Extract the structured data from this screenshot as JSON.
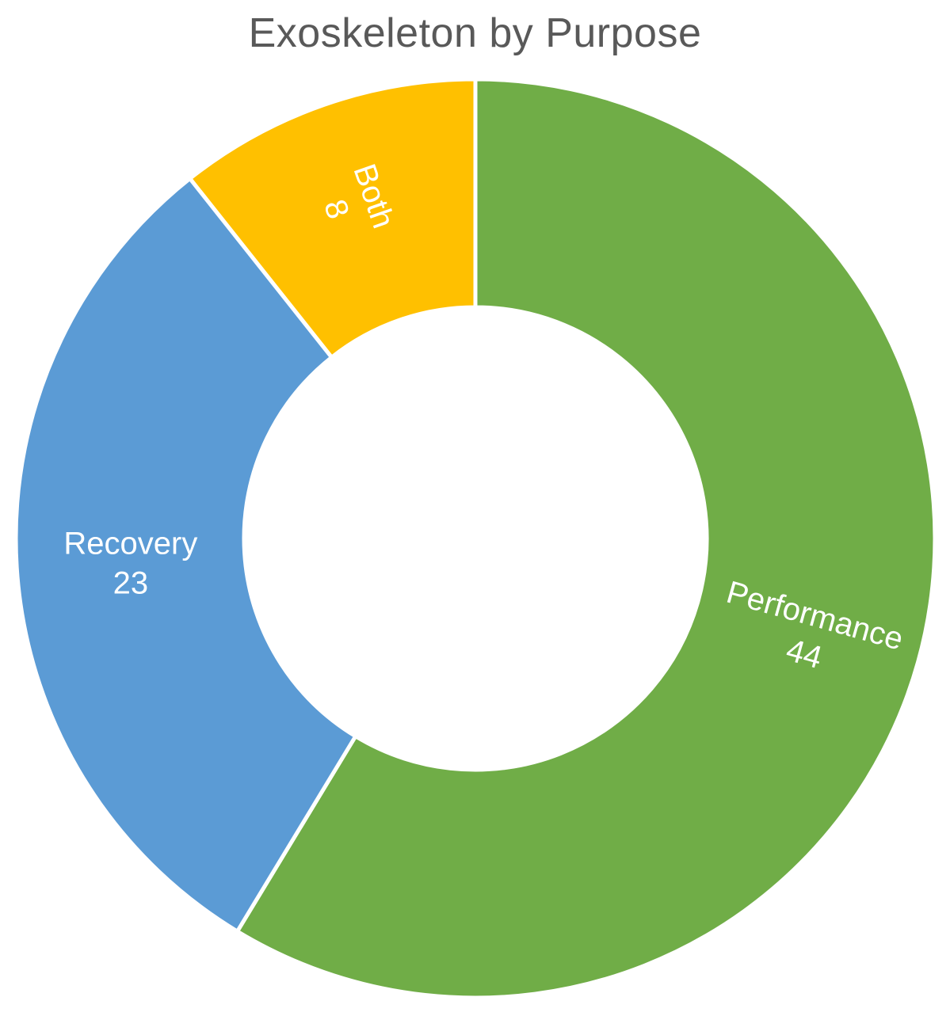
{
  "chart_data": {
    "type": "pie",
    "variant": "donut",
    "title": "Exoskeleton by Purpose",
    "categories": [
      "Performance",
      "Recovery",
      "Both"
    ],
    "values": [
      44,
      23,
      8
    ],
    "colors": [
      "#70AD47",
      "#5B9BD5",
      "#FFC000"
    ],
    "data_labels": [
      {
        "name": "Performance",
        "value": "44"
      },
      {
        "name": "Recovery",
        "value": "23"
      },
      {
        "name": "Both",
        "value": "8"
      }
    ],
    "legend": "none"
  }
}
